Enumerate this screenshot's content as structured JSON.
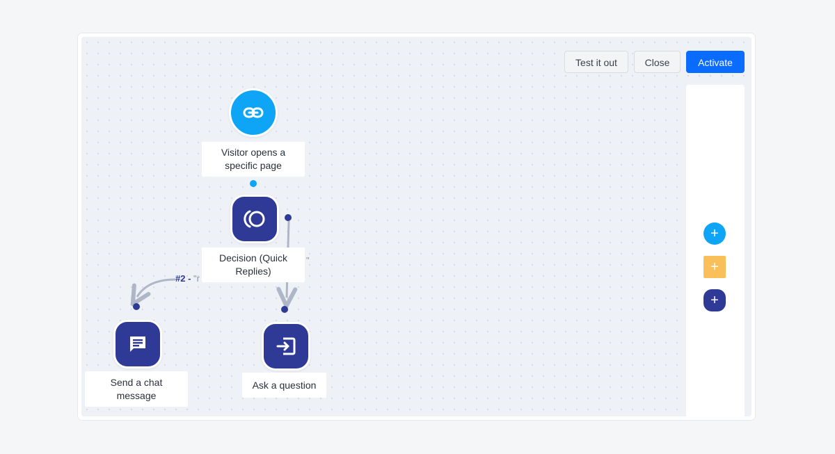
{
  "toolbar": {
    "test_label": "Test it out",
    "close_label": "Close",
    "activate_label": "Activate"
  },
  "nodes": {
    "trigger": {
      "label": "Visitor opens a specific page",
      "icon": "link-icon",
      "color": "#0ea5f6"
    },
    "decision": {
      "label": "Decision (Quick Replies)",
      "icon": "decision-icon",
      "color": "#2e3a95"
    },
    "send_chat": {
      "label": "Send a chat message",
      "icon": "chat-message-icon",
      "color": "#2e3a95"
    },
    "ask_question": {
      "label": "Ask a question",
      "icon": "question-enter-icon",
      "color": "#2e3a95"
    }
  },
  "edges": {
    "reply_2": {
      "number": "#2 -",
      "text": "\"r"
    },
    "reply_1_tail": "\""
  },
  "side_panel": {
    "buttons": [
      {
        "icon": "plus-icon",
        "label": "+",
        "color": "#0ea5f6"
      },
      {
        "icon": "plus-icon",
        "label": "+",
        "color": "#f9c05a"
      },
      {
        "icon": "plus-icon",
        "label": "+",
        "color": "#2e3a95"
      }
    ]
  }
}
